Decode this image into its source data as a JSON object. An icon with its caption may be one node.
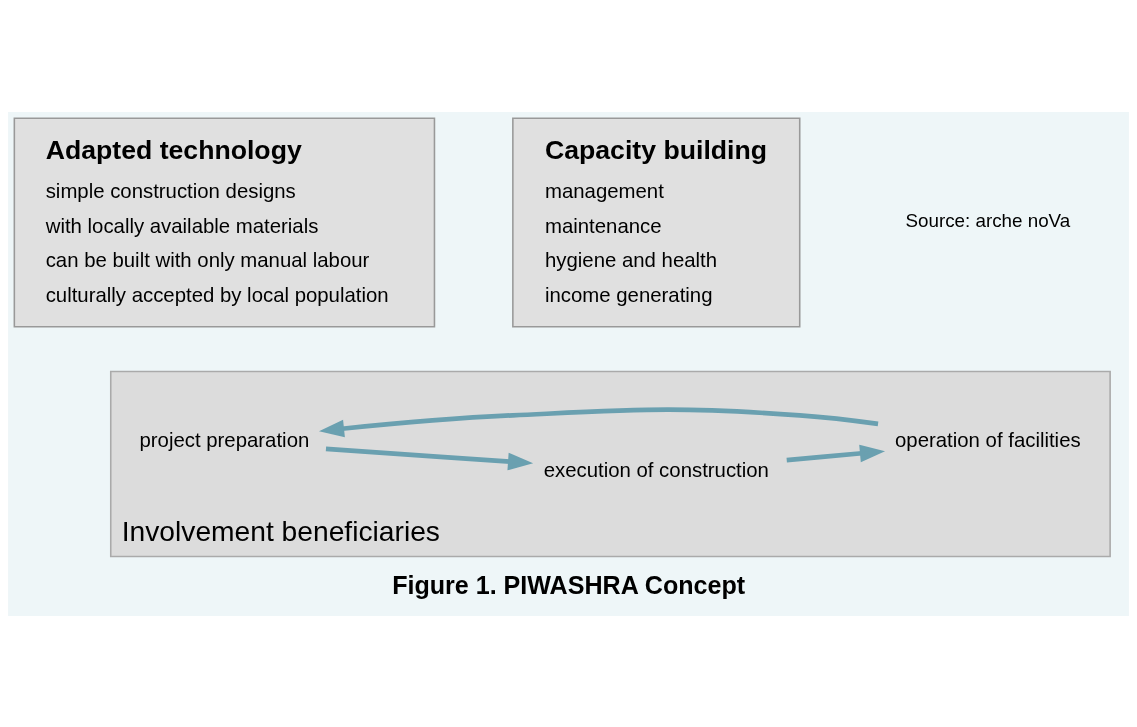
{
  "diagram": {
    "caption": "Figure 1. PIWASHRA Concept",
    "nodes": [
      {
        "text": [
          "Involvement beneficiaries"
        ]
      },
      {
        "text": [
          "project preparation"
        ],
        "in": 0
      },
      {
        "text": [
          "execution of construction"
        ],
        "in": 0
      },
      {
        "text": [
          "operation of facilities"
        ],
        "in": 0
      },
      {
        "text": [
          "Adapted technology",
          "simple construction designs",
          "with locally available materials",
          "can be built with only manual labour",
          "culturally accepted by local population"
        ]
      },
      {
        "text": [
          "Capacity building",
          "management",
          "maintenance",
          "hygiene and health",
          "income generating"
        ]
      }
    ],
    "edges": [
      {
        "from": 1,
        "to": 2,
        "arrow": "to"
      },
      {
        "from": 2,
        "to": 3,
        "arrow": "to"
      },
      {
        "from": 3,
        "to": 1,
        "arrow": "to"
      }
    ],
    "labels": [
      "Source: arche noVa"
    ]
  }
}
